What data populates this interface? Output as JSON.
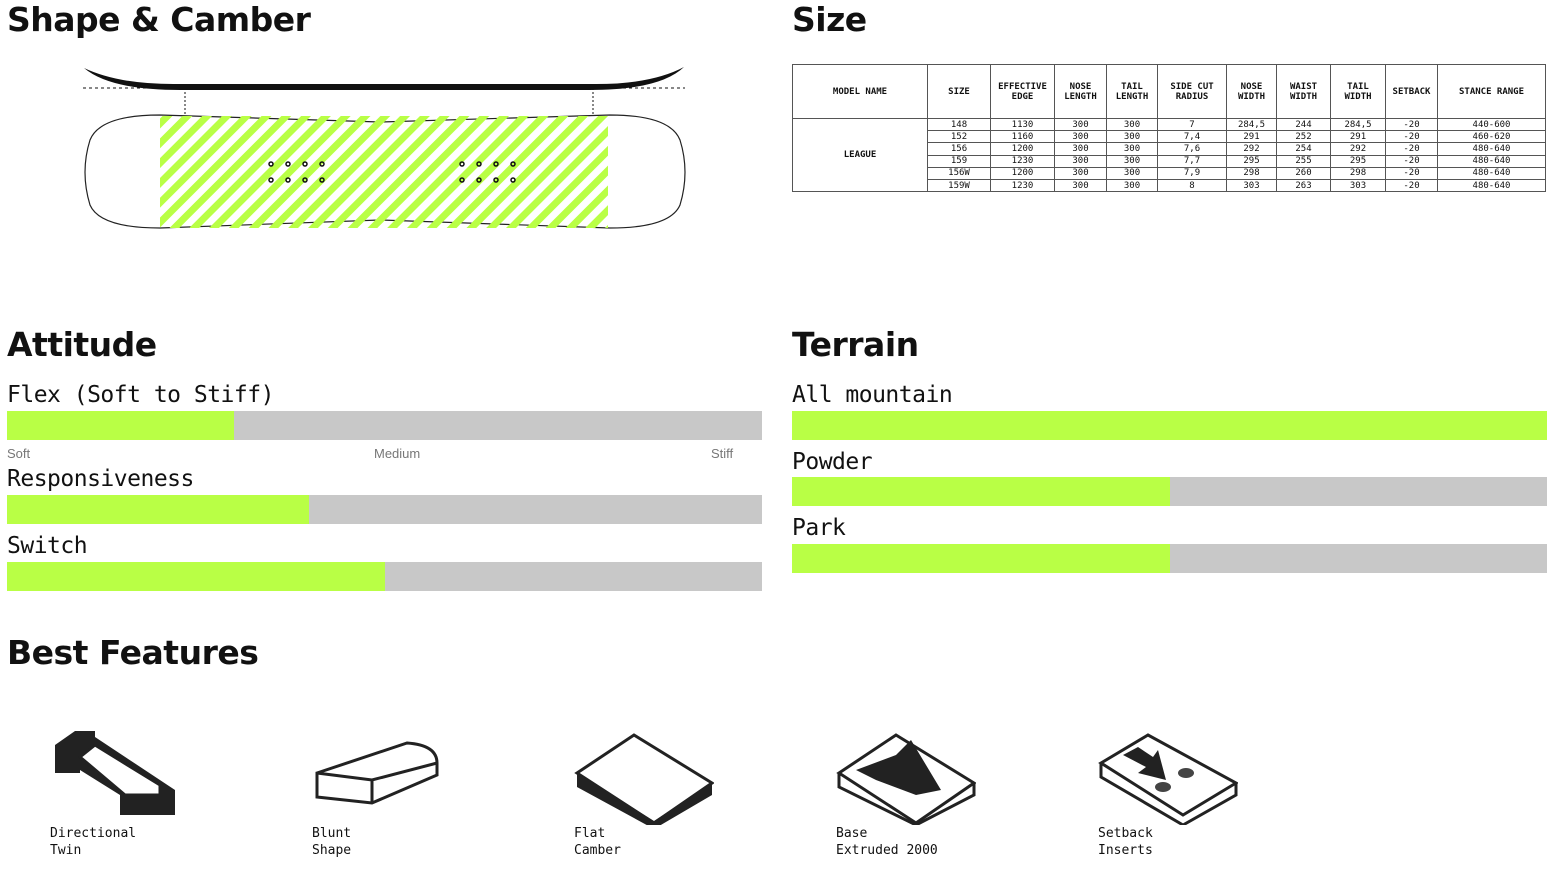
{
  "shape": {
    "title": "Shape & Camber"
  },
  "size": {
    "title": "Size",
    "headers": [
      "MODEL NAME",
      "SIZE",
      "EFFECTIVE EDGE",
      "NOSE LENGTH",
      "TAIL LENGTH",
      "SIDE CUT RADIUS",
      "NOSE WIDTH",
      "WAIST WIDTH",
      "TAIL WIDTH",
      "SETBACK",
      "STANCE RANGE"
    ],
    "model": "LEAGUE",
    "rows": [
      [
        "148",
        "1130",
        "300",
        "300",
        "7",
        "284,5",
        "244",
        "284,5",
        "-20",
        "440-600"
      ],
      [
        "152",
        "1160",
        "300",
        "300",
        "7,4",
        "291",
        "252",
        "291",
        "-20",
        "460-620"
      ],
      [
        "156",
        "1200",
        "300",
        "300",
        "7,6",
        "292",
        "254",
        "292",
        "-20",
        "480-640"
      ],
      [
        "159",
        "1230",
        "300",
        "300",
        "7,7",
        "295",
        "255",
        "295",
        "-20",
        "480-640"
      ],
      [
        "156W",
        "1200",
        "300",
        "300",
        "7,9",
        "298",
        "260",
        "298",
        "-20",
        "480-640"
      ],
      [
        "159W",
        "1230",
        "300",
        "300",
        "8",
        "303",
        "263",
        "303",
        "-20",
        "480-640"
      ]
    ]
  },
  "attitude": {
    "title": "Attitude",
    "bars": [
      {
        "label": "Flex (Soft to Stiff)",
        "value": 0.3
      },
      {
        "label": "Responsiveness",
        "value": 0.4
      },
      {
        "label": "Switch",
        "value": 0.5
      }
    ],
    "scale": [
      "Soft",
      "Medium",
      "Stiff"
    ]
  },
  "terrain": {
    "title": "Terrain",
    "bars": [
      {
        "label": "All mountain",
        "value": 1.0
      },
      {
        "label": "Powder",
        "value": 0.5
      },
      {
        "label": "Park",
        "value": 0.5
      }
    ]
  },
  "features": {
    "title": "Best Features",
    "items": [
      {
        "line1": "Directional",
        "line2": "Twin"
      },
      {
        "line1": "Blunt",
        "line2": "Shape"
      },
      {
        "line1": "Flat",
        "line2": "Camber"
      },
      {
        "line1": "Base",
        "line2": "Extruded 2000"
      },
      {
        "line1": "Setback",
        "line2": "Inserts"
      }
    ]
  },
  "colors": {
    "accent": "#b9ff45",
    "track": "#c8c8c8"
  }
}
